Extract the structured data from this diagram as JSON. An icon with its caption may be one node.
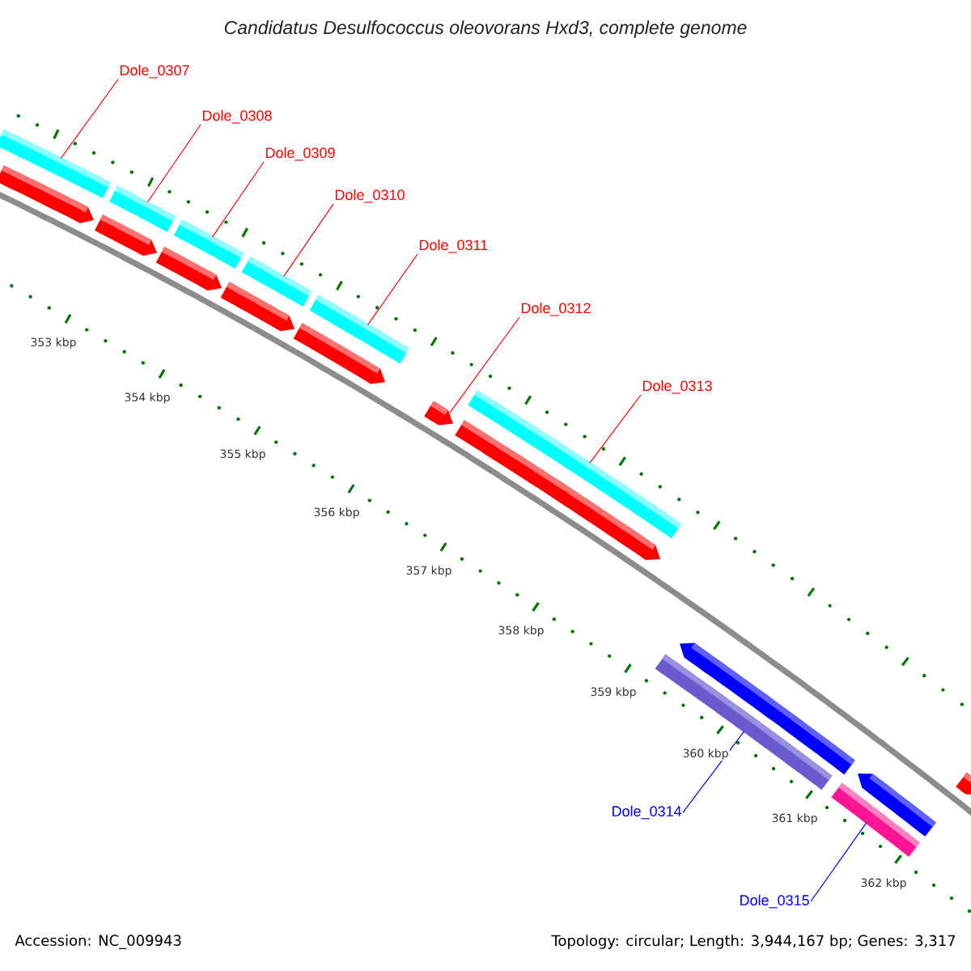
{
  "diagram": {
    "title": "Candidatus Desulfococcus oleovorans Hxd3, complete genome",
    "nodes": [
      {
        "text": [
          "Dole_0307"
        ]
      },
      {
        "text": [
          "Dole_0308"
        ]
      },
      {
        "text": [
          "Dole_0309"
        ]
      },
      {
        "text": [
          "Dole_0310"
        ]
      },
      {
        "text": [
          "Dole_0311"
        ]
      },
      {
        "text": [
          "Dole_0312"
        ]
      },
      {
        "text": [
          "Dole_0313"
        ]
      },
      {
        "text": [
          "Dole_0314"
        ]
      },
      {
        "text": [
          "Dole_0315"
        ]
      },
      {
        "text": [],
        "shape": "bar"
      },
      {
        "text": [],
        "shape": "bar"
      },
      {
        "text": [],
        "shape": "bar"
      },
      {
        "text": [],
        "shape": "bar"
      },
      {
        "text": [],
        "shape": "bar"
      },
      {
        "text": [],
        "shape": "bar"
      },
      {
        "text": [],
        "shape": "arrow"
      },
      {
        "text": [],
        "shape": "arrow"
      },
      {
        "text": [],
        "shape": "arrow"
      },
      {
        "text": [],
        "shape": "arrow"
      },
      {
        "text": [],
        "shape": "arrow"
      },
      {
        "text": [],
        "shape": "arrow"
      },
      {
        "text": [],
        "shape": "arrow"
      },
      {
        "text": [],
        "shape": "arrow"
      },
      {
        "text": [],
        "shape": "arrow"
      },
      {
        "text": [],
        "shape": "arrow"
      },
      {
        "text": [],
        "shape": "bar"
      },
      {
        "text": [],
        "shape": "bar"
      }
    ],
    "edges": [
      {
        "from": 0,
        "to": 9,
        "arrow": "none"
      },
      {
        "from": 1,
        "to": 10,
        "arrow": "none"
      },
      {
        "from": 2,
        "to": 11,
        "arrow": "none"
      },
      {
        "from": 3,
        "to": 12,
        "arrow": "none"
      },
      {
        "from": 4,
        "to": 13,
        "arrow": "none"
      },
      {
        "from": 5,
        "to": 20,
        "arrow": "none"
      },
      {
        "from": 6,
        "to": 14,
        "arrow": "none"
      },
      {
        "from": 7,
        "to": 25,
        "arrow": "none",
        "color": "#0000ff"
      },
      {
        "from": 8,
        "to": 26,
        "arrow": "none",
        "color": "#0000ff"
      }
    ],
    "labels": [
      "353 kbp",
      "354 kbp",
      "355 kbp",
      "356 kbp",
      "357 kbp",
      "358 kbp",
      "359 kbp",
      "360 kbp",
      "361 kbp",
      "362 kbp",
      "Accession: NC_009943",
      "Topology: circular; Length: 3,944,167 bp; Genes: 3,317"
    ]
  }
}
